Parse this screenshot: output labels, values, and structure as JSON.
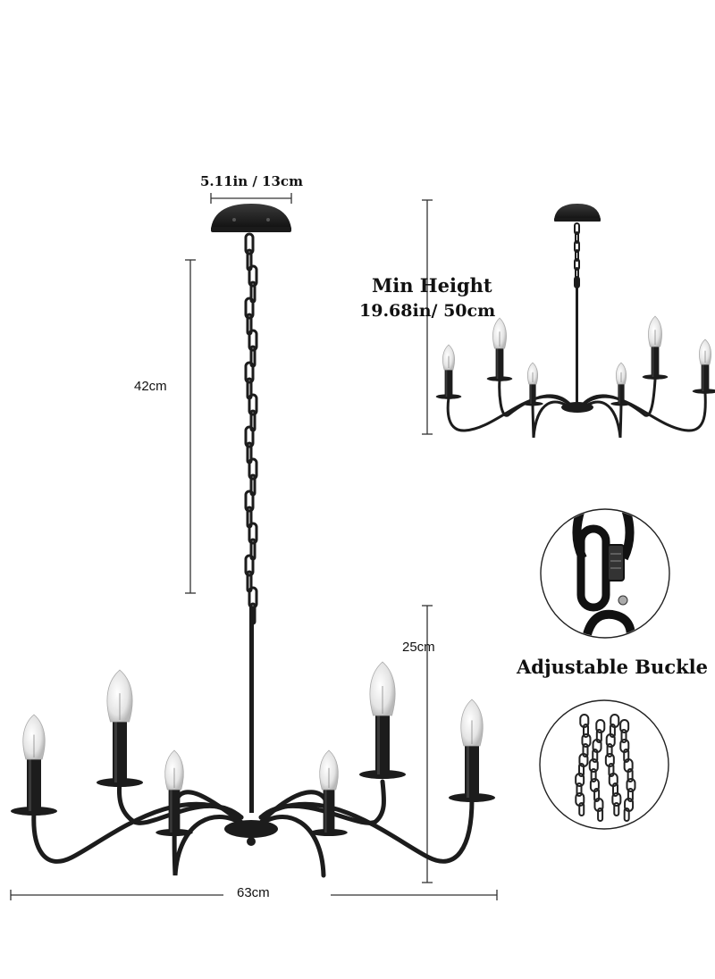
{
  "dimensions": {
    "canopy_width": "5.11in / 13cm",
    "chain_length": "42cm",
    "body_height": "25cm",
    "width": "63cm"
  },
  "min_height": {
    "line1": "Min Height",
    "line2": "19.68in/ 50cm"
  },
  "detail": {
    "buckle_label": "Adjustable Buckle"
  },
  "colors": {
    "fixture": "#1c1c1c",
    "dimension_line": "#333333",
    "bulb": "#ececec"
  }
}
